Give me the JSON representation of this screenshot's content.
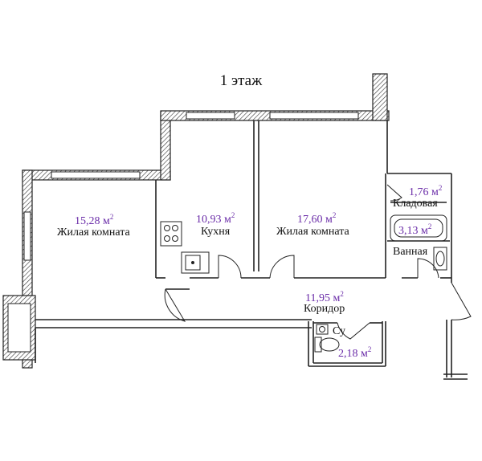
{
  "floor_label": "1 этаж",
  "area_unit": "м",
  "area_unit_power": "2",
  "colors": {
    "wall": "#222222",
    "area_text": "#6a2ca8",
    "label_text": "#111111"
  },
  "rooms": [
    {
      "id": "living1",
      "name": "Жилая комната",
      "area": "15,28"
    },
    {
      "id": "kitchen",
      "name": "Кухня",
      "area": "10,93"
    },
    {
      "id": "living2",
      "name": "Жилая комната",
      "area": "17,60"
    },
    {
      "id": "storage",
      "name": "Кладовая",
      "area": "1,76"
    },
    {
      "id": "bathroom",
      "name": "Ванная",
      "area": "3,13"
    },
    {
      "id": "corridor",
      "name": "Коридор",
      "area": "11,95"
    },
    {
      "id": "wc",
      "name": "Су",
      "area": "2,18"
    }
  ]
}
